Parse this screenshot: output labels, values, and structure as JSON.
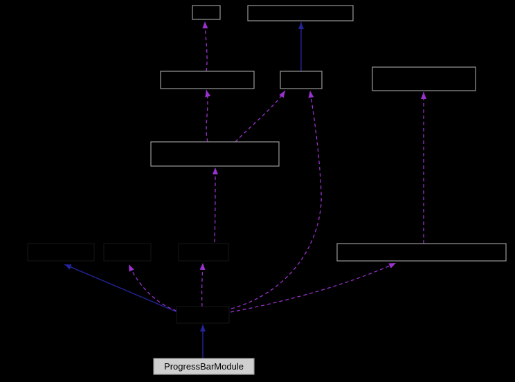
{
  "diagram": {
    "type": "doxygen-collaboration-graph",
    "background_color": "#000000",
    "main_node": {
      "label": "ProgressBarModule"
    },
    "colors": {
      "node_border": "#9a9a9a",
      "node_fill": "#000000",
      "main_node_fill": "#cfcfcf",
      "main_node_text": "#000000",
      "inheritance_edge": "#24249b",
      "collaboration_edge": "#9a32cd"
    },
    "stats": {
      "visible_unlabeled_nodes": 7,
      "inheritance_edges": 3,
      "collaboration_edges": 9
    }
  }
}
